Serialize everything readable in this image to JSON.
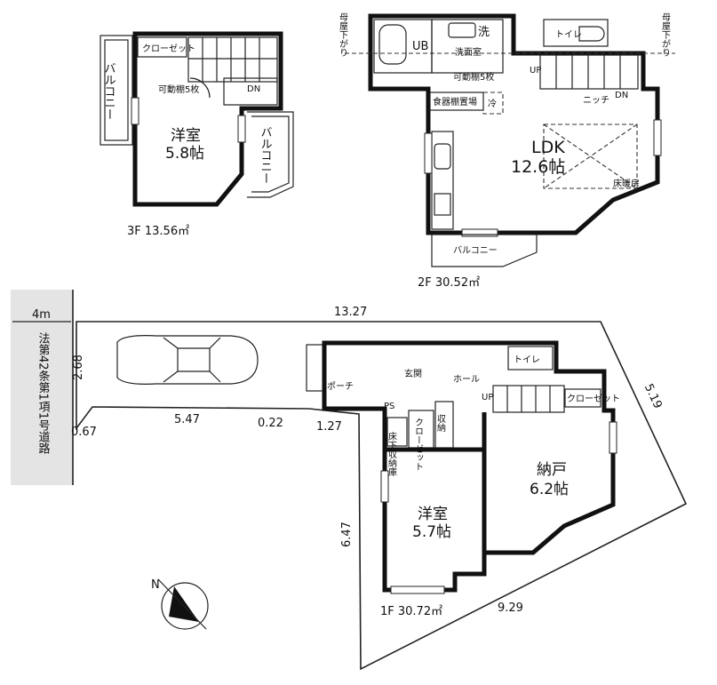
{
  "floors": {
    "f3": {
      "label": "3F 13.56㎡",
      "rooms": {
        "western_room": {
          "name": "洋室",
          "size": "5.8帖"
        }
      },
      "closet": "クローゼット",
      "shelf": "可動棚5枚",
      "balcony_left": "バルコニー",
      "balcony_right": "バルコニー",
      "stair_dn": "DN"
    },
    "f2": {
      "label": "2F 30.52㎡",
      "ldk": {
        "name": "LDK",
        "size": "12.6帖"
      },
      "floor_heating": "床暖房",
      "ub": "UB",
      "wash": "洗",
      "washroom": "洗面室",
      "toilet": "トイレ",
      "shelf": "可動棚5枚",
      "pantry": "食器棚置場",
      "fridge": "冷",
      "niche": "ニッチ",
      "up": "UP",
      "dn": "DN",
      "balcony": "バルコニー",
      "roof_left": "母屋下がり",
      "roof_right": "母屋下がり"
    },
    "f1": {
      "label": "1F 30.72㎡",
      "western_room": {
        "name": "洋室",
        "size": "5.7帖"
      },
      "storage_room": {
        "name": "納戸",
        "size": "6.2帖"
      },
      "porch": "ポーチ",
      "entrance": "玄関",
      "hall": "ホール",
      "toilet": "トイレ",
      "closet": "クローゼット",
      "storage": "収納",
      "underfloor": "床下収納庫",
      "ps": "PS",
      "up": "UP",
      "stair_closet": "クローゼット"
    }
  },
  "site": {
    "road_width": "4m",
    "road_label": "法第42条第1項1号道路",
    "dims": {
      "top": "13.27",
      "left_upper": "2.68",
      "left_diag": "0.67",
      "mid": "5.47",
      "step1": "0.22",
      "step2": "1.27",
      "left_long": "6.47",
      "bottom": "9.29",
      "right": "5.19"
    }
  },
  "compass": {
    "north": "N"
  }
}
